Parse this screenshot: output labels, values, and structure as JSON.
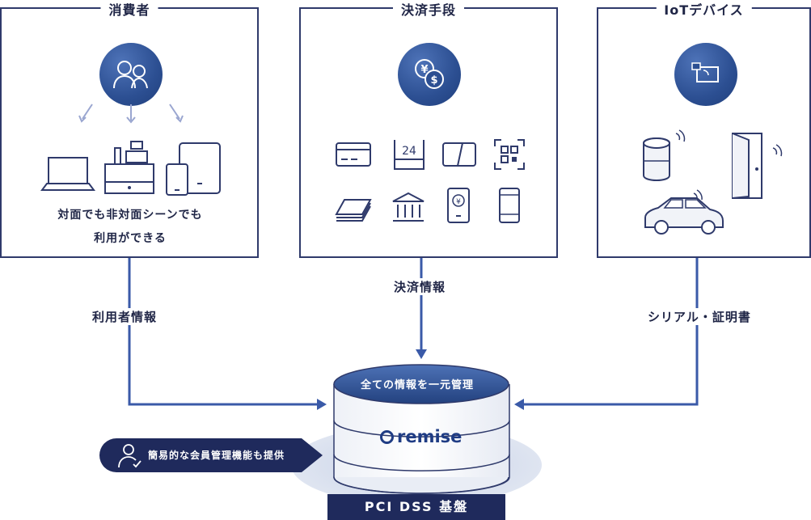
{
  "panels": {
    "consumer": {
      "title": "消費者",
      "caption_line1": "対面でも非対面シーンでも",
      "caption_line2": "利用ができる"
    },
    "payment": {
      "title": "決済手段"
    },
    "iot": {
      "title": "IoTデバイス"
    }
  },
  "flows": {
    "user_info": "利用者情報",
    "payment_info": "決済情報",
    "serial_cert": "シリアル・証明書"
  },
  "database": {
    "top_label": "全ての情報を一元管理",
    "brand": "remise"
  },
  "member_feature": "簡易的な会員管理機能も提供",
  "base_label": "PCI DSS 基盤",
  "colors": {
    "navy": "#1f2a5c",
    "blue": "#2c4f92",
    "line": "#2f3a6b",
    "arrow": "#3a5aa8"
  },
  "icons": [
    "users-icon",
    "laptop-icon",
    "cash-register-icon",
    "tablet-icon",
    "yen-dollar-icon",
    "credit-card-icon",
    "calendar-24-icon",
    "prepaid-card-icon",
    "qr-code-icon",
    "card-stack-icon",
    "bank-icon",
    "mobile-yen-icon",
    "smartphone-icon",
    "nfc-card-icon",
    "smart-speaker-icon",
    "door-icon",
    "car-icon",
    "member-icon"
  ]
}
